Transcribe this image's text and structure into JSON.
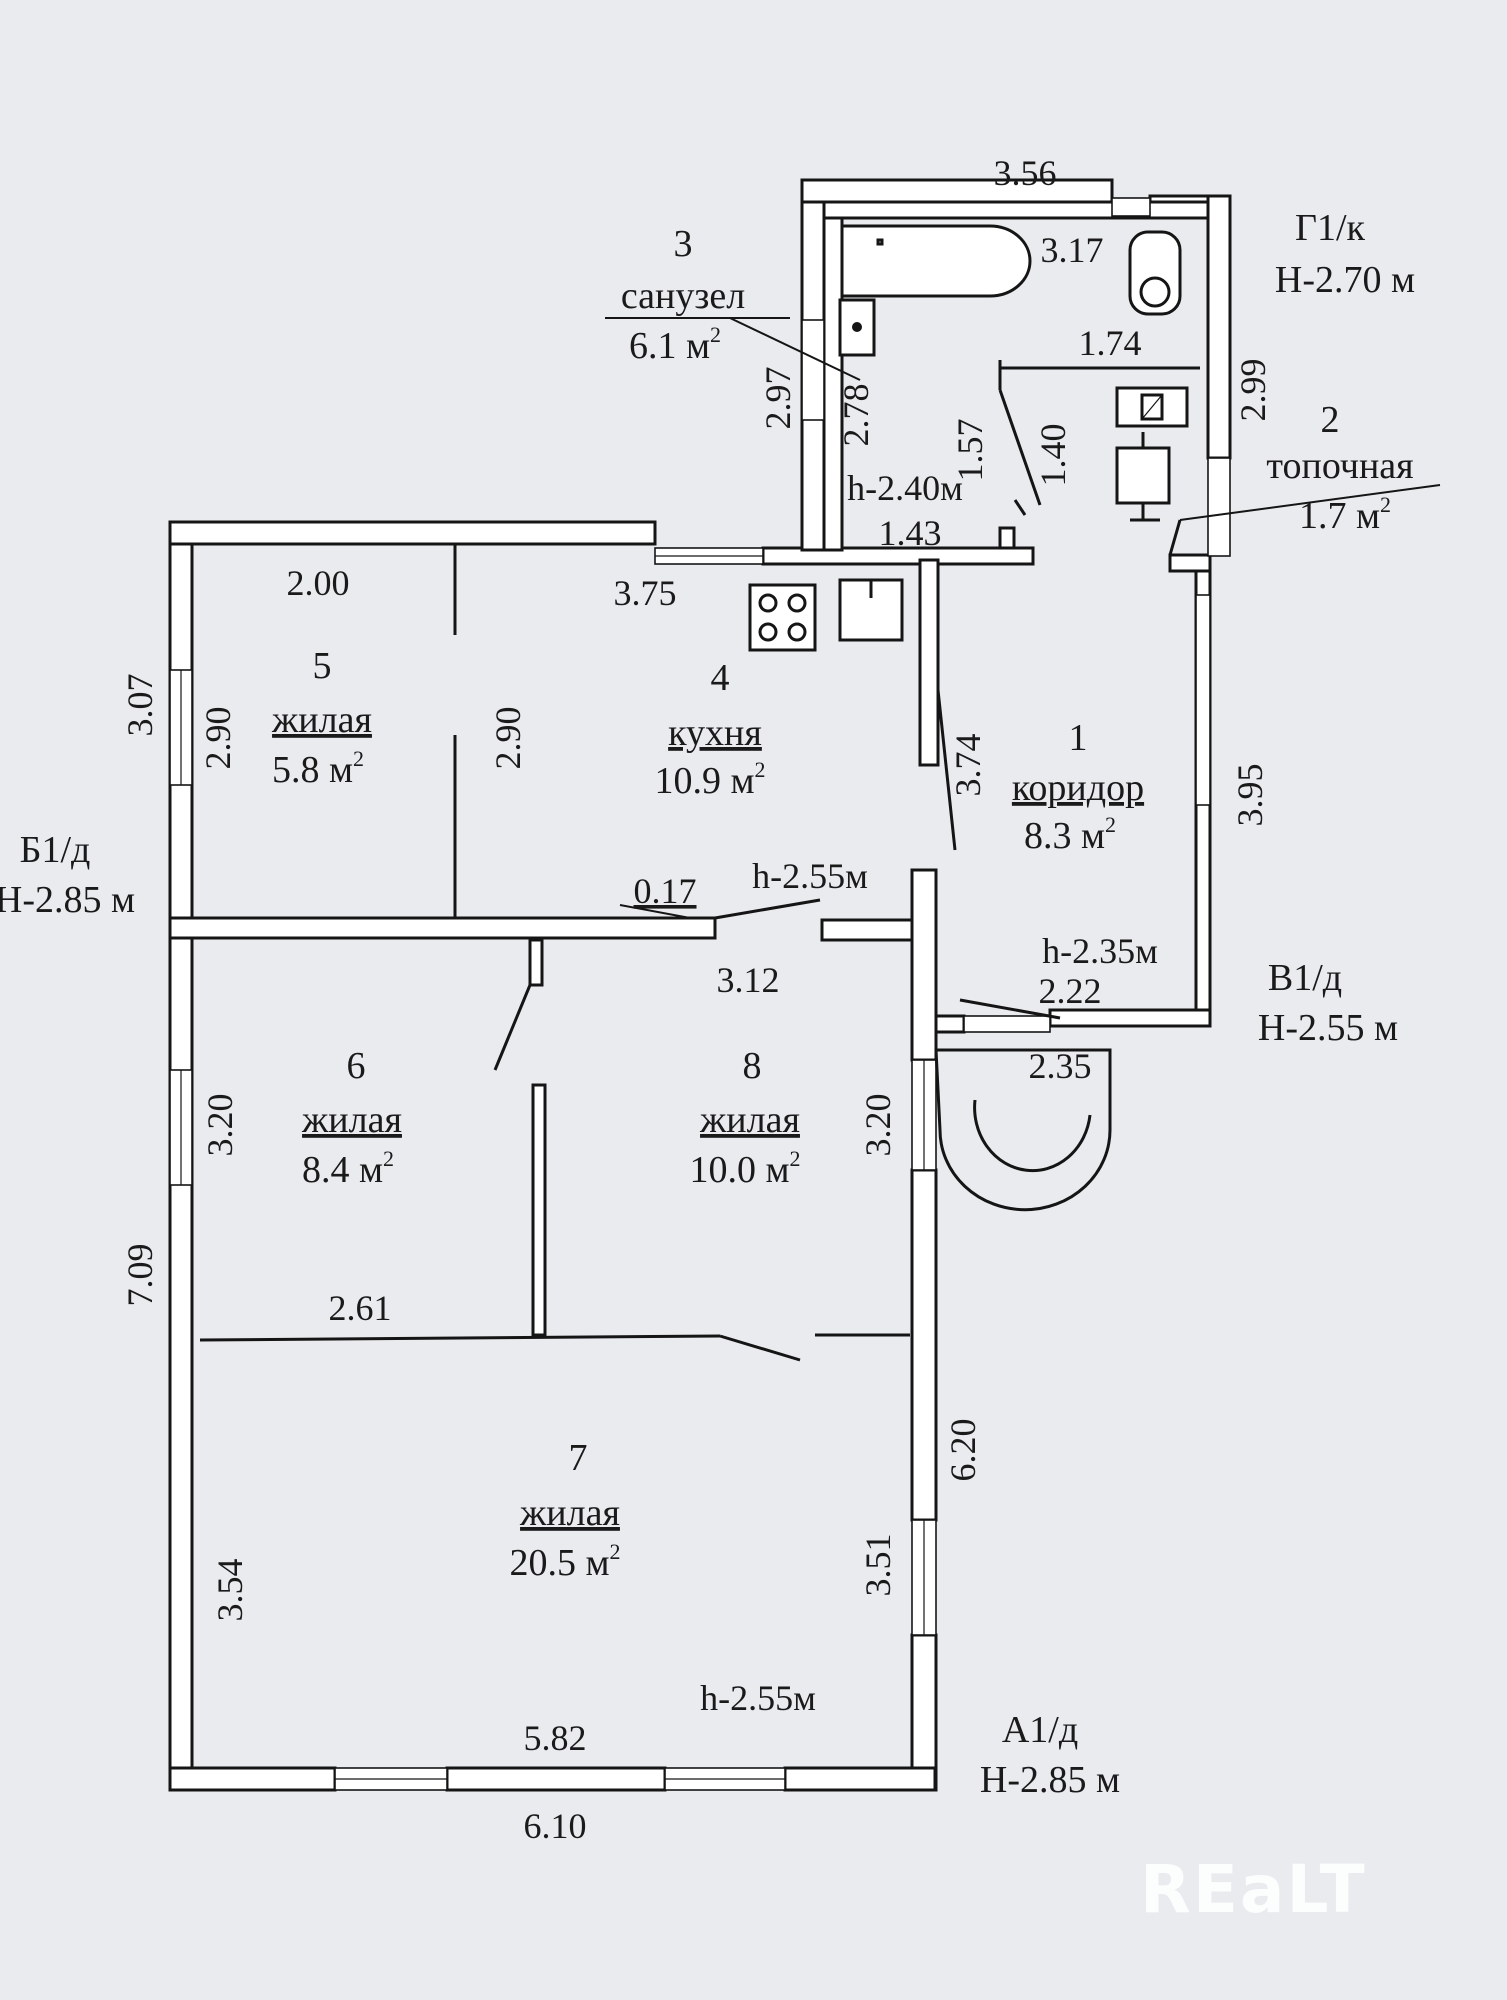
{
  "rooms": [
    {
      "num": "1",
      "name": "коридор",
      "area": "8.3 м",
      "sup": "2"
    },
    {
      "num": "2",
      "name": "топочная",
      "area": "1.7 м",
      "sup": "2"
    },
    {
      "num": "3",
      "name": "санузел",
      "area": "6.1 м",
      "sup": "2"
    },
    {
      "num": "4",
      "name": "кухня",
      "area": "10.9 м",
      "sup": "2"
    },
    {
      "num": "5",
      "name": "жилая",
      "area": "5.8 м",
      "sup": "2"
    },
    {
      "num": "6",
      "name": "жилая",
      "area": "8.4 м",
      "sup": "2"
    },
    {
      "num": "7",
      "name": "жилая",
      "area": "20.5 м",
      "sup": "2"
    },
    {
      "num": "8",
      "name": "жилая",
      "area": "10.0 м",
      "sup": "2"
    }
  ],
  "dimensions": {
    "d356": "3.56",
    "d317": "3.17",
    "d174": "1.74",
    "d299": "2.99",
    "d297": "2.97",
    "d278": "2.78",
    "d157": "1.57",
    "d140": "1.40",
    "d143": "1.43",
    "d200": "2.00",
    "d375": "3.75",
    "d307": "3.07",
    "d290a": "2.90",
    "d290b": "2.90",
    "d374": "3.74",
    "d395": "3.95",
    "d017": "0.17",
    "d312": "3.12",
    "d222": "2.22",
    "d235": "2.35",
    "d320a": "3.20",
    "d320b": "3.20",
    "d709": "7.09",
    "d261": "2.61",
    "d620": "6.20",
    "d354": "3.54",
    "d351": "3.51",
    "d582": "5.82",
    "d610": "6.10"
  },
  "heights": {
    "h240": "h-2.40м",
    "h255a": "h-2.55м",
    "h235": "h-2.35м",
    "h255b": "h-2.55м"
  },
  "facades": {
    "g1_code": "Г1/к",
    "g1_h": "Н-2.70 м",
    "b1_code": "Б1/д",
    "b1_h": "Н-2.85 м",
    "v1_code": "В1/д",
    "v1_h": "Н-2.55 м",
    "a1_code": "А1/д",
    "a1_h": "Н-2.85 м"
  },
  "watermark": "REaLT"
}
